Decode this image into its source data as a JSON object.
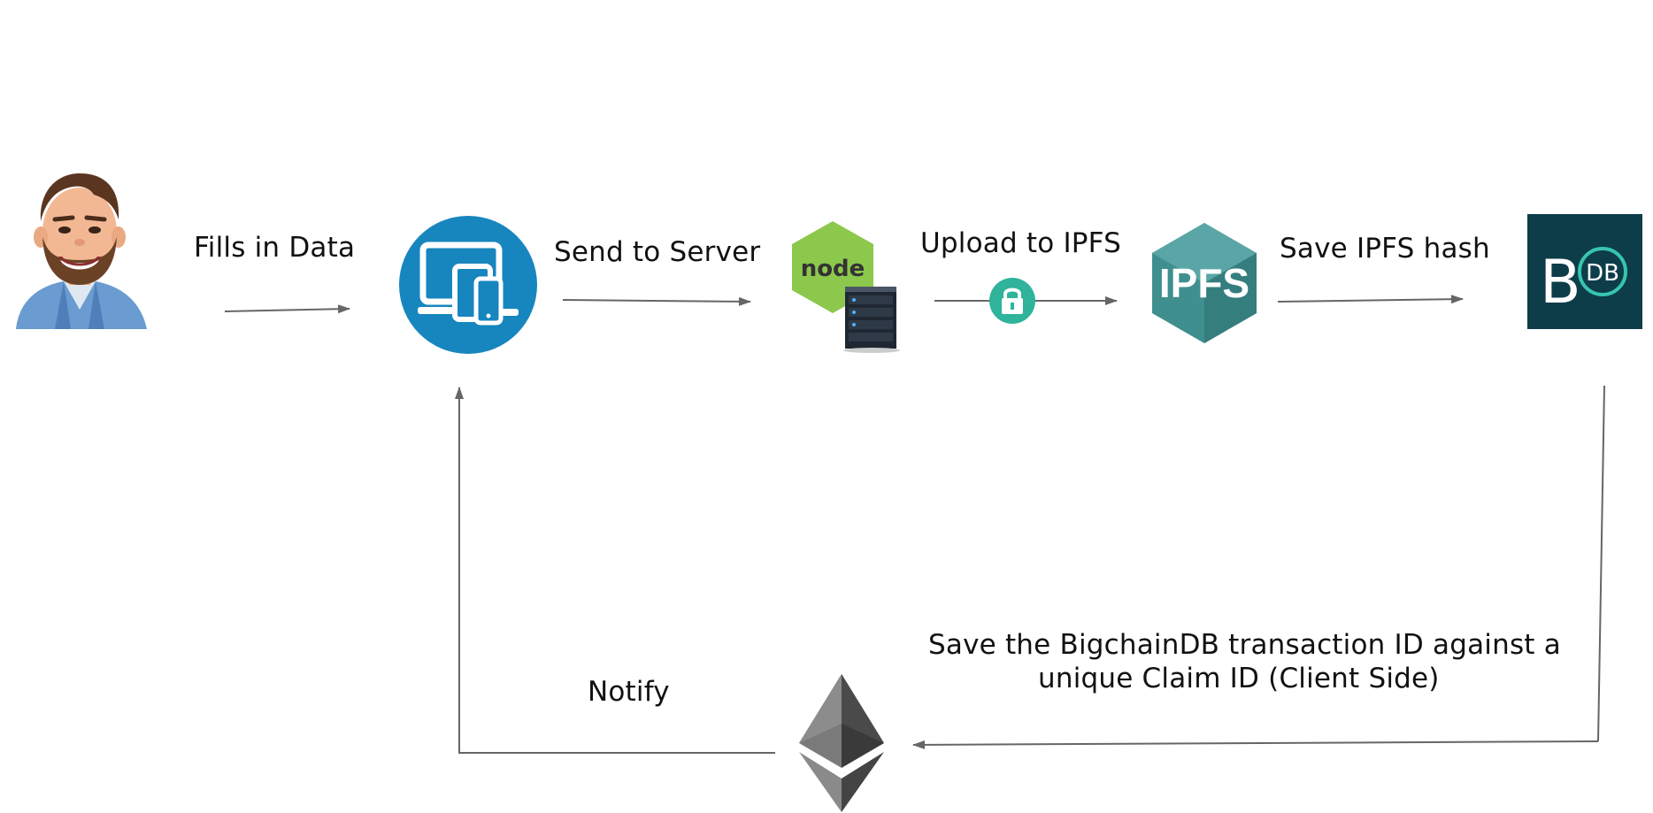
{
  "labels": {
    "fills_in_data": "Fills in Data",
    "send_to_server": "Send to Server",
    "upload_to_ipfs": "Upload to IPFS",
    "save_ipfs_hash": "Save IPFS hash",
    "save_bigchain_line1": "Save the BigchainDB transaction ID against a",
    "save_bigchain_line2": "unique Claim ID (Client Side)",
    "notify": "Notify"
  },
  "logos": {
    "node_text": "node",
    "ipfs_text": "IPFS",
    "bigchaindb_b": "B",
    "bigchaindb_db": "DB"
  },
  "icons": {
    "user": "person-avatar-icon",
    "client": "devices-icon",
    "server": "nodejs-server-icon",
    "lock": "lock-icon",
    "ipfs": "ipfs-logo-icon",
    "bigchaindb": "bigchaindb-logo-icon",
    "ethereum": "ethereum-logo-icon"
  },
  "colors": {
    "arrow": "#666666",
    "client_blue": "#1786bf",
    "node_green": "#8cc84b",
    "lock_teal": "#2fb39a",
    "ipfs_teal": "#3f8f8f",
    "bigchain_bg": "#0d3d49",
    "bigchain_accent": "#37c5ae"
  }
}
